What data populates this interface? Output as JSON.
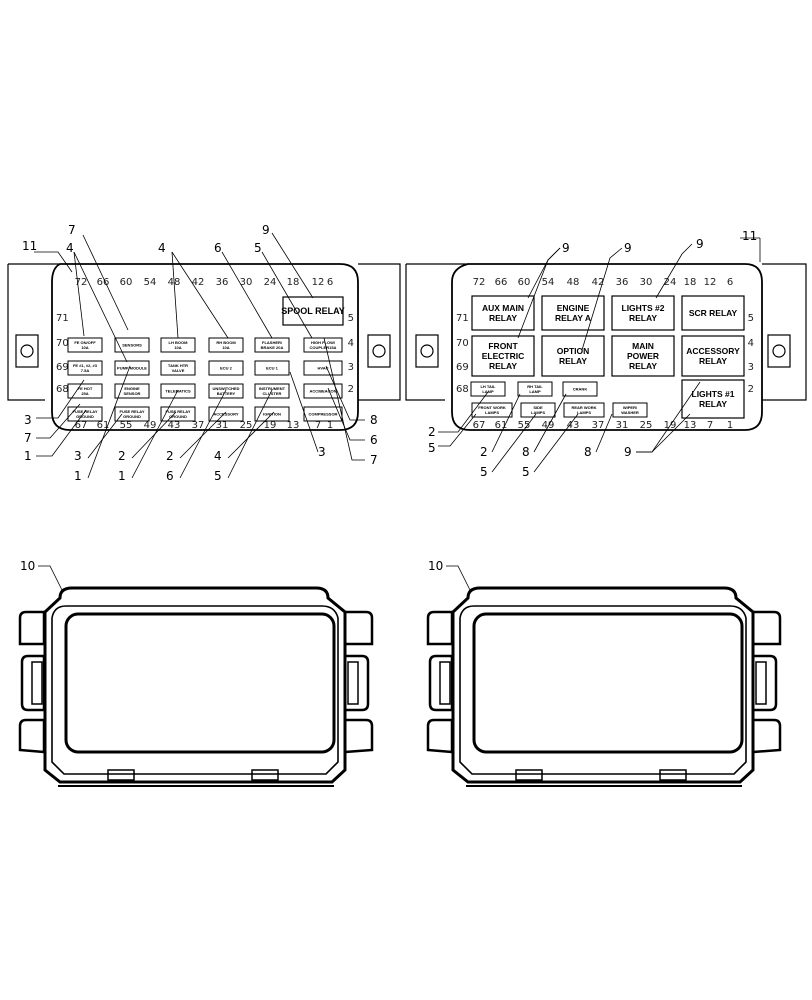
{
  "left_panel": {
    "top_pins": [
      "72",
      "66",
      "60",
      "54",
      "48",
      "42",
      "36",
      "30",
      "24",
      "18",
      "12",
      "6"
    ],
    "left_pins": [
      "71",
      "70",
      "69",
      "68"
    ],
    "right_pins": [
      "5",
      "4",
      "3",
      "2"
    ],
    "bottom_pins": [
      "67",
      "61",
      "55",
      "49",
      "43",
      "37",
      "31",
      "25",
      "19",
      "13",
      "7",
      "1"
    ],
    "spool_relay": "SPOOL RELAY",
    "fuses": [
      [
        "FE ON/OFF\n10A",
        "SENSORS",
        "LH BOOM\n10A",
        "RH BOOM\n10A",
        "FLASHER/\nBRAKE 20A",
        "HIGH FLOW/\nCOUPLER15A"
      ],
      [
        "FE #1, #2, #3\n7.5A",
        "PUMP MODULE",
        "TANK HTR\nVALVE",
        "ECU 2",
        "ECU 1",
        "HVAC"
      ],
      [
        "FE HOT\n25A",
        "ENGINE\nSENSOR",
        "TELEMATICS",
        "UNSWITCHED\nBATTERY",
        "INSTRUMENT\nCLUSTER",
        "ACC/BEACON"
      ],
      [
        "FUSE RELAY\nGROUND",
        "FUSE RELAY\nGROUND",
        "FUSE RELAY\nGROUND",
        "ACCESSORY",
        "IGNITION",
        "COMPRESSOR"
      ]
    ],
    "callouts": {
      "c11": "11",
      "c7top": "7",
      "c4a": "4",
      "c4b": "4",
      "c6top": "6",
      "c5top": "5",
      "c9top": "9",
      "l3a": "3",
      "l7": "7",
      "l1a": "1",
      "b3": "3",
      "b1a": "1",
      "b2": "2",
      "b1b": "1",
      "b2b": "2",
      "b6": "6",
      "b4": "4",
      "b5": "5",
      "r3": "3",
      "r8": "8",
      "r6": "6",
      "r7": "7"
    }
  },
  "right_panel": {
    "top_pins": [
      "72",
      "66",
      "60",
      "54",
      "48",
      "42",
      "36",
      "30",
      "24",
      "18",
      "12",
      "6"
    ],
    "left_pins": [
      "71",
      "70",
      "69",
      "68"
    ],
    "right_pins": [
      "5",
      "4",
      "3",
      "2"
    ],
    "bottom_pins": [
      "67",
      "61",
      "55",
      "49",
      "43",
      "37",
      "31",
      "25",
      "19",
      "13",
      "7",
      "1"
    ],
    "relays": {
      "aux_main": "AUX MAIN\nRELAY",
      "engine_a": "ENGINE\nRELAY A",
      "lights2": "LIGHTS #2\nRELAY",
      "scr": "SCR RELAY",
      "front_electric": "FRONT\nELECTRIC\nRELAY",
      "option": "OPTION\nRELAY",
      "main_power": "MAIN\nPOWER\nRELAY",
      "accessory": "ACCESSORY\nRELAY",
      "lights1": "LIGHTS #1\nRELAY"
    },
    "fuses": {
      "lh_tail": "LH TAIL\nLAMP",
      "rh_tail": "RH TAIL\nLAMP",
      "crank": "CRANK",
      "front_work": "FRONT WORK\nLAMPS",
      "side": "SIDE\nLAMPS",
      "rear_work": "REAR WORK\nLAMPS",
      "wiper": "WIPER/\nWASHER"
    },
    "callouts": {
      "c9a": "9",
      "c9b": "9",
      "c9c": "9",
      "c11": "11",
      "l2": "2",
      "l5": "5",
      "b2": "2",
      "b8a": "8",
      "b5a": "5",
      "b5b": "5",
      "b8b": "8",
      "b9": "9"
    }
  },
  "covers": {
    "left_label": "10",
    "right_label": "10"
  }
}
